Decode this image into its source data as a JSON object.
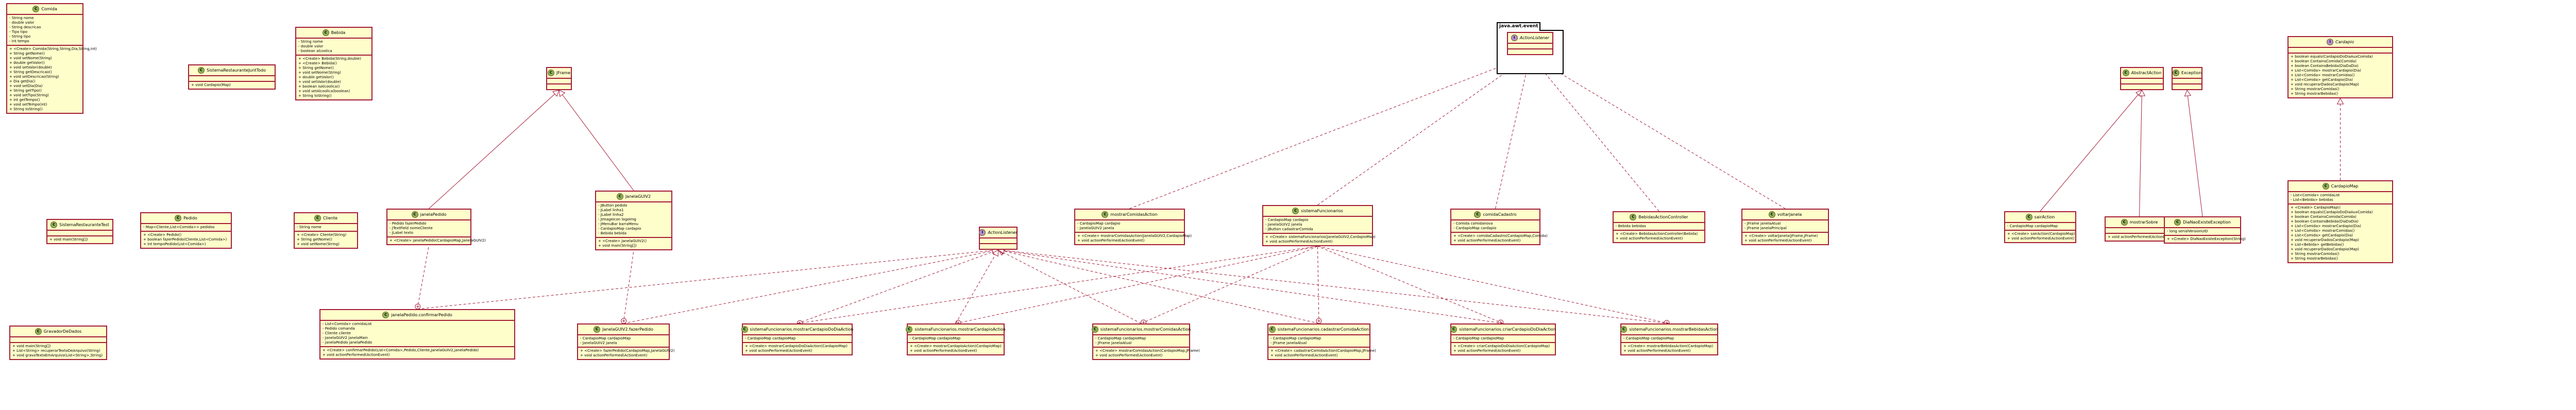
{
  "diagram": {
    "package": {
      "name": "java.awt.event"
    },
    "classes": [
      {
        "id": "comida",
        "kind": "C",
        "name": "Comida",
        "italic": false,
        "attrs": [
          "- String nome",
          "- double valor",
          "- String descricao",
          "- Tipo tipo",
          "- String tipo",
          "- int tempo"
        ],
        "ops": [
          "+ <Create> Comida(String,String,Dia,String,int)",
          "+ String getNome()",
          "+ void setNome(String)",
          "+ double getValor()",
          "+ void setValor(double)",
          "+ String getDescricao()",
          "+ void setDescricao(String)",
          "+ Dia getDia()",
          "+ void setDia(Dia)",
          "+ String getTipo()",
          "+ void setTipo(String)",
          "+ int getTempo()",
          "+ void setTempo(int)",
          "+ String toString()"
        ]
      },
      {
        "id": "sistRestJuntTodo",
        "kind": "C",
        "name": "SistemaRestauranteJuntTodo",
        "italic": false,
        "attrs": [],
        "ops": [
          "+ void Cardapio(Map)"
        ]
      },
      {
        "id": "bebida",
        "kind": "C",
        "name": "Bebida",
        "italic": false,
        "attrs": [
          "- String nome",
          "- double valor",
          "- boolean alcoolica"
        ],
        "ops": [
          "+ <Create> Bebida(String,double)",
          "+ <Create> Bebida()",
          "+ String getNome()",
          "+ void setNome(String)",
          "+ double getValor()",
          "+ void setValor(double)",
          "+ boolean isAlcoolica()",
          "+ void setAlcoolica(boolean)",
          "+ String toString()"
        ]
      },
      {
        "id": "jframe",
        "kind": "C",
        "name": "JFrame",
        "italic": false,
        "attrs": [],
        "ops": []
      },
      {
        "id": "actionListenerPkg",
        "kind": "I",
        "name": "ActionListener",
        "italic": true,
        "attrs": [],
        "ops": []
      },
      {
        "id": "abstractAction",
        "kind": "C",
        "name": "AbstractAction",
        "italic": true,
        "attrs": [],
        "ops": []
      },
      {
        "id": "exception",
        "kind": "C",
        "name": "Exception",
        "italic": false,
        "attrs": [],
        "ops": []
      },
      {
        "id": "cardapio",
        "kind": "I",
        "name": "Cardapio",
        "italic": true,
        "attrs": [],
        "ops": [
          "+ boolean equals(CardapioDoDiaAuxComida)",
          "+ boolean ContainsComida(Comida)",
          "+ boolean ContainsBebida(DiaDaDia)",
          "+ List<Comida> mostrarCardapio(Dia)",
          "+ List<Comida> mostrarComidas()",
          "+ List<Comida> getCardapio(Dia)",
          "+ void recuperarDadosCardapio(Map)",
          "+ String mostrarComidas()",
          "+ String mostrarBebidas()"
        ]
      },
      {
        "id": "sistRestTest",
        "kind": "C",
        "name": "SistemaRestauranteTest",
        "italic": false,
        "attrs": [],
        "ops": [
          "+ void main(String[])"
        ]
      },
      {
        "id": "pedido",
        "kind": "C",
        "name": "Pedido",
        "italic": false,
        "attrs": [
          "- Map<Cliente,List<Comida>> pedidos"
        ],
        "ops": [
          "+ <Create> Pedido()",
          "+ boolean fazerPedido(Cliente,List<Comida>)",
          "+ int tempoPedido(List<Comida>)"
        ]
      },
      {
        "id": "cliente",
        "kind": "C",
        "name": "Cliente",
        "italic": false,
        "attrs": [
          "- String nome"
        ],
        "ops": [
          "+ <Create> Cliente(String)",
          "+ String getNome()",
          "+ void setNome(String)"
        ]
      },
      {
        "id": "janelaPedido",
        "kind": "C",
        "name": "janelaPedido",
        "italic": false,
        "attrs": [
          "- Pedido fazerPedido",
          "- JTextField nomeCliente",
          "- JLabel texto"
        ],
        "ops": [
          "+ <Create> janelaPedido(CardapioMap,JanelaGUIV2)"
        ]
      },
      {
        "id": "janelaGUIV2",
        "kind": "C",
        "name": "JanelaGUIV2",
        "italic": false,
        "attrs": [
          "- JButton pedido",
          "- JLabel linha1",
          "- JLabel linha2",
          "- JImageIcon logoImg",
          "- JMenuBar barraMenu",
          "- CardapioMap cardapio",
          "- Bebida bebida"
        ],
        "ops": [
          "+ <Create> JanelaGUIV2()",
          "+ void main(String[])"
        ]
      },
      {
        "id": "mostrarComidasAction",
        "kind": "C",
        "name": "mostrarComidasAction",
        "italic": false,
        "attrs": [
          "- CardapioMap cardapio",
          "- JanelaGUIV2 janela"
        ],
        "ops": [
          "+ <Create> mostrarComidasAction(JanelaGUIV2,CardapioMap)",
          "+ void actionPerformed(ActionEvent)"
        ]
      },
      {
        "id": "sistemaFuncionarios",
        "kind": "C",
        "name": "sistemaFuncionarios",
        "italic": false,
        "attrs": [
          "- CardapioMap cardapio",
          "- JanelaGUIV2 janela",
          "- JButton cadastrarComida"
        ],
        "ops": [
          "+ <Create> sistemaFuncionarios(JanelaGUIV2,CardapioMap)",
          "+ void actionPerformed(ActionEvent)"
        ]
      },
      {
        "id": "comidaCadastro",
        "kind": "C",
        "name": "comidaCadastro",
        "italic": false,
        "attrs": [
          "- Comida comidanova",
          "- CardapioMap cardapio"
        ],
        "ops": [
          "+ <Create> comidaCadastro(CardapioMap,Comida)",
          "+ void actionPerformed(ActionEvent)"
        ]
      },
      {
        "id": "bebidasActionController",
        "kind": "C",
        "name": "BebidasActionController",
        "italic": false,
        "attrs": [
          "- Bebida bebidas"
        ],
        "ops": [
          "+ <Create> BebidasActionController(Bebida)",
          "+ void actionPerformed(ActionEvent)"
        ]
      },
      {
        "id": "voltarJanela",
        "kind": "C",
        "name": "voltarJanela",
        "italic": false,
        "attrs": [
          "- JFrame janelaAtual",
          "- JFrame janelaPrincipal"
        ],
        "ops": [
          "+ <Create> voltarJanela(JFrame,JFrame)",
          "+ void actionPerformed(ActionEvent)"
        ]
      },
      {
        "id": "sairAction",
        "kind": "C",
        "name": "sairAction",
        "italic": false,
        "attrs": [
          "- CardapioMap cardapioMap"
        ],
        "ops": [
          "+ <Create> sairAction(CardapioMap)",
          "+ void actionPerformed(ActionEvent)"
        ]
      },
      {
        "id": "mostrarSobre",
        "kind": "C",
        "name": "mostrarSobre",
        "italic": false,
        "attrs": [],
        "ops": [
          "+ void actionPerformed(ActionEvent)"
        ]
      },
      {
        "id": "diaNaoExisteException",
        "kind": "C",
        "name": "DiaNaoExisteException",
        "italic": false,
        "attrs": [
          "- long serialVersionUID"
        ],
        "ops": [
          "+ <Create> DiaNaoExisteException(String)"
        ]
      },
      {
        "id": "cardapioMap",
        "kind": "C",
        "name": "CardapioMap",
        "italic": false,
        "attrs": [
          "- List<Comida> comidaList",
          "- List<Bebida> bebidas"
        ],
        "ops": [
          "+ <Create> CardapioMap()",
          "+ boolean equals(CardapioDoDiaAuxComida)",
          "+ boolean ContainsComida(Comida)",
          "+ boolean ContainsBebida(DiaDaDia)",
          "+ List<Comida> mostrarCardapio(Dia)",
          "+ List<Comida> mostrarComidas()",
          "+ List<Comida> getCardapio(Dia)",
          "+ void recuperarDadosCardapio(Map)",
          "+ List<Bebida> getBebidas()",
          "+ void recuperarDadosCardapio(Map)",
          "+ String mostrarComidas()",
          "+ String mostrarBebidas()"
        ]
      },
      {
        "id": "gravadorDeDados",
        "kind": "C",
        "name": "GravadorDeDados",
        "italic": false,
        "attrs": [],
        "ops": [
          "+ void main(String[])",
          "+ List<String> recuperarTextoDeArquivo(String)",
          "+ void gravaTextoEmArquivo(List<String>,String)"
        ]
      },
      {
        "id": "janelaPedidoConfirmarPedido",
        "kind": "C",
        "name": "janelaPedido.confirmarPedido",
        "italic": false,
        "attrs": [
          "- List<Comida> comidaList",
          "- Pedido comanda",
          "- Cliente cliente",
          "- JanelaGUIV2 janelaMain",
          "- janelaPedido janelaPedido"
        ],
        "ops": [
          "+ <Create> confirmarPedido(List<Comida>,Pedido,Cliente,JanelaGUIV2,janelaPedido)",
          "+ void actionPerformed(ActionEvent)"
        ]
      },
      {
        "id": "janelaFazerPedido",
        "kind": "C",
        "name": "JanelaGUIV2.fazerPedido",
        "italic": false,
        "attrs": [
          "- CardapioMap cardapioMap",
          "- JanelaGUIV2 janela"
        ],
        "ops": [
          "+ <Create> fazerPedido(CardapioMap,JanelaGUIV2)",
          "+ void actionPerformed(ActionEvent)"
        ]
      },
      {
        "id": "sfMostrarCardapioDoDiaAction",
        "kind": "C",
        "name": "sistemaFuncionarios.mostrarCardapioDoDiaAction",
        "italic": false,
        "attrs": [
          "- CardapioMap cardapioMap"
        ],
        "ops": [
          "+ <Create> mostrarCardapioDoDiaAction(CardapioMap)",
          "+ void actionPerformed(ActionEvent)"
        ]
      },
      {
        "id": "sfMostrarCardapioAction",
        "kind": "C",
        "name": "sistemaFuncionarios.mostrarCardapioAction",
        "italic": false,
        "attrs": [
          "- CardapioMap cardapioMap"
        ],
        "ops": [
          "+ <Create> mostrarCardapioAction(CardapioMap)",
          "+ void actionPerformed(ActionEvent)"
        ]
      },
      {
        "id": "sfMostrarComidasAction",
        "kind": "C",
        "name": "sistemaFuncionarios.mostrarComidasAction",
        "italic": false,
        "attrs": [
          "- CardapioMap cardapioMap",
          "- JFrame janelaAtual"
        ],
        "ops": [
          "+ <Create> mostrarComidasAction(CardapioMap,JFrame)",
          "+ void actionPerformed(ActionEvent)"
        ]
      },
      {
        "id": "sfCadastrarComidaAction",
        "kind": "C",
        "name": "sistemaFuncionarios.cadastrarComidaAction",
        "italic": false,
        "attrs": [
          "- CardapioMap cardapioMap",
          "- JFrame janelaAtual"
        ],
        "ops": [
          "+ <Create> cadastrarComidaAction(CardapioMap,JFrame)",
          "+ void actionPerformed(ActionEvent)"
        ]
      },
      {
        "id": "sfCriarCardapioDoDiaAction",
        "kind": "C",
        "name": "sistemaFuncionarios.criarCardapioDoDiaAction",
        "italic": false,
        "attrs": [
          "- CardapioMap cardapioMap"
        ],
        "ops": [
          "+ <Create> criarCardapioDoDiaAction(CardapioMap)",
          "+ void actionPerformed(ActionEvent)"
        ]
      },
      {
        "id": "sfMostrarBebidasAction",
        "kind": "C",
        "name": "sistemaFuncionarios.mostrarBebidasAction",
        "italic": false,
        "attrs": [
          "- CardapioMap cardapioMap"
        ],
        "ops": [
          "+ <Create> mostrarBebidasAction(CardapioMap)",
          "+ void actionPerformed(ActionEvent)"
        ]
      },
      {
        "id": "actionListenerMid",
        "kind": "I",
        "name": "ActionListener",
        "italic": true,
        "attrs": [],
        "ops": []
      }
    ],
    "edges": [
      {
        "from": "janelaPedido",
        "to": "jframe",
        "type": "extends"
      },
      {
        "from": "janelaGUIV2",
        "to": "jframe",
        "type": "extends"
      },
      {
        "from": "mostrarComidasAction",
        "to": "actionListenerPkg",
        "type": "implements"
      },
      {
        "from": "sistemaFuncionarios",
        "to": "actionListenerPkg",
        "type": "implements"
      },
      {
        "from": "comidaCadastro",
        "to": "actionListenerPkg",
        "type": "implements"
      },
      {
        "from": "bebidasActionController",
        "to": "actionListenerPkg",
        "type": "implements"
      },
      {
        "from": "voltarJanela",
        "to": "actionListenerPkg",
        "type": "implements"
      },
      {
        "from": "sairAction",
        "to": "abstractAction",
        "type": "extends"
      },
      {
        "from": "mostrarSobre",
        "to": "abstractAction",
        "type": "extends"
      },
      {
        "from": "diaNaoExisteException",
        "to": "exception",
        "type": "extends"
      },
      {
        "from": "cardapioMap",
        "to": "cardapio",
        "type": "implements"
      },
      {
        "from": "janelaPedidoConfirmarPedido",
        "to": "janelaPedido",
        "type": "nested"
      },
      {
        "from": "janelaPedidoConfirmarPedido",
        "to": "actionListenerMid",
        "type": "implements"
      },
      {
        "from": "janelaFazerPedido",
        "to": "janelaGUIV2",
        "type": "nested"
      },
      {
        "from": "janelaFazerPedido",
        "to": "actionListenerMid",
        "type": "implements"
      },
      {
        "from": "sfMostrarCardapioDoDiaAction",
        "to": "sistemaFuncionarios",
        "type": "nested"
      },
      {
        "from": "sfMostrarCardapioDoDiaAction",
        "to": "actionListenerMid",
        "type": "implements"
      },
      {
        "from": "sfMostrarCardapioAction",
        "to": "sistemaFuncionarios",
        "type": "nested"
      },
      {
        "from": "sfMostrarCardapioAction",
        "to": "actionListenerMid",
        "type": "implements"
      },
      {
        "from": "sfMostrarComidasAction",
        "to": "sistemaFuncionarios",
        "type": "nested"
      },
      {
        "from": "sfMostrarComidasAction",
        "to": "actionListenerMid",
        "type": "implements"
      },
      {
        "from": "sfCadastrarComidaAction",
        "to": "sistemaFuncionarios",
        "type": "nested"
      },
      {
        "from": "sfCadastrarComidaAction",
        "to": "actionListenerMid",
        "type": "implements"
      },
      {
        "from": "sfCriarCardapioDoDiaAction",
        "to": "sistemaFuncionarios",
        "type": "nested"
      },
      {
        "from": "sfCriarCardapioDoDiaAction",
        "to": "actionListenerMid",
        "type": "implements"
      },
      {
        "from": "sfMostrarBebidasAction",
        "to": "sistemaFuncionarios",
        "type": "nested"
      },
      {
        "from": "sfMostrarBebidasAction",
        "to": "actionListenerMid",
        "type": "implements"
      }
    ]
  }
}
